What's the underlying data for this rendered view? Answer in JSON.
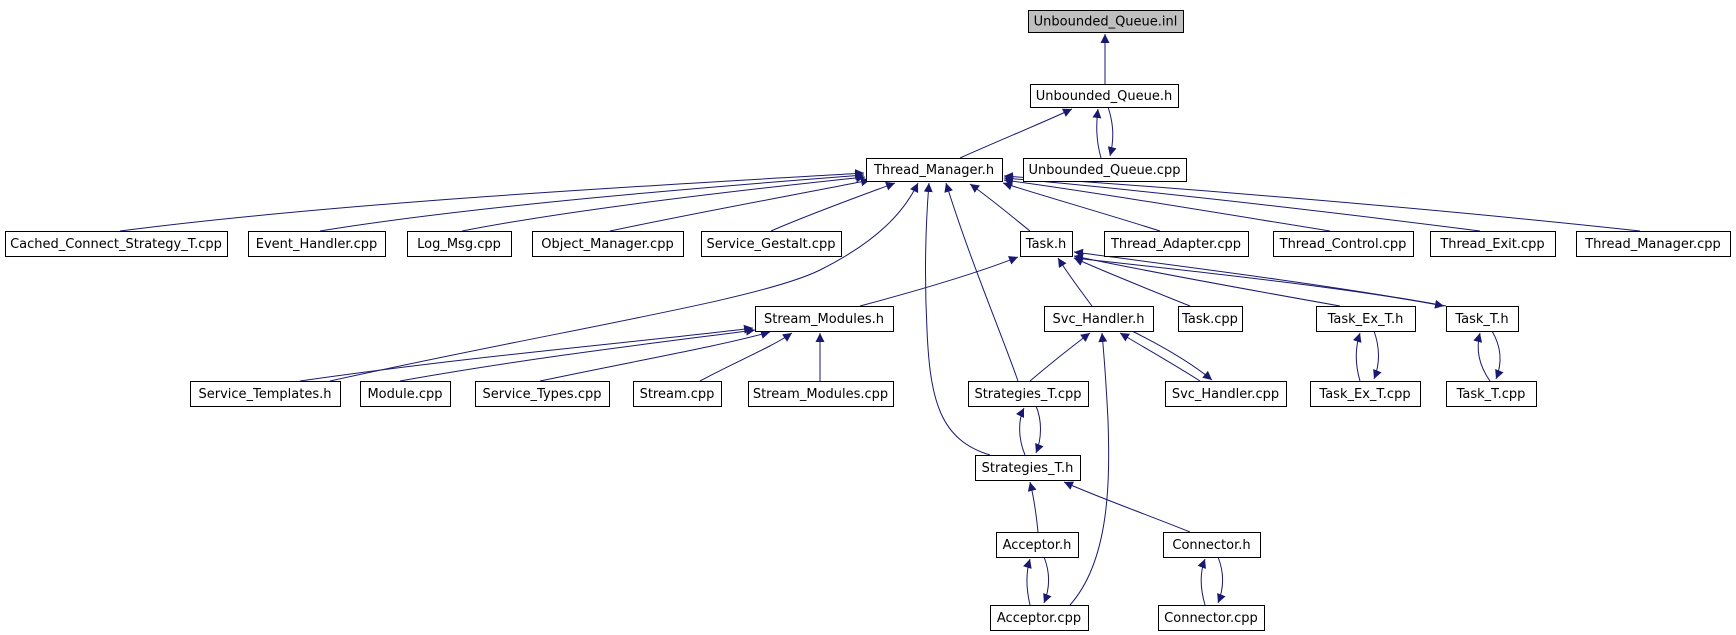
{
  "diagram": {
    "root": "unbounded-queue-inl",
    "colors": {
      "edge": "#191970",
      "node_border": "#000000",
      "root_fill": "#bfbfbf",
      "node_fill": "#ffffff"
    },
    "nodes": [
      {
        "id": "unbounded-queue-inl",
        "label": "Unbounded_Queue.inl"
      },
      {
        "id": "unbounded-queue-h",
        "label": "Unbounded_Queue.h"
      },
      {
        "id": "thread-manager-h",
        "label": "Thread_Manager.h"
      },
      {
        "id": "unbounded-queue-cpp",
        "label": "Unbounded_Queue.cpp"
      },
      {
        "id": "cached-connect-strategy-t-cpp",
        "label": "Cached_Connect_Strategy_T.cpp"
      },
      {
        "id": "event-handler-cpp",
        "label": "Event_Handler.cpp"
      },
      {
        "id": "log-msg-cpp",
        "label": "Log_Msg.cpp"
      },
      {
        "id": "object-manager-cpp",
        "label": "Object_Manager.cpp"
      },
      {
        "id": "service-gestalt-cpp",
        "label": "Service_Gestalt.cpp"
      },
      {
        "id": "task-h",
        "label": "Task.h"
      },
      {
        "id": "thread-adapter-cpp",
        "label": "Thread_Adapter.cpp"
      },
      {
        "id": "thread-control-cpp",
        "label": "Thread_Control.cpp"
      },
      {
        "id": "thread-exit-cpp",
        "label": "Thread_Exit.cpp"
      },
      {
        "id": "thread-manager-cpp",
        "label": "Thread_Manager.cpp"
      },
      {
        "id": "stream-modules-h",
        "label": "Stream_Modules.h"
      },
      {
        "id": "svc-handler-h",
        "label": "Svc_Handler.h"
      },
      {
        "id": "task-cpp",
        "label": "Task.cpp"
      },
      {
        "id": "task-ex-t-h",
        "label": "Task_Ex_T.h"
      },
      {
        "id": "task-t-h",
        "label": "Task_T.h"
      },
      {
        "id": "service-templates-h",
        "label": "Service_Templates.h"
      },
      {
        "id": "module-cpp",
        "label": "Module.cpp"
      },
      {
        "id": "service-types-cpp",
        "label": "Service_Types.cpp"
      },
      {
        "id": "stream-cpp",
        "label": "Stream.cpp"
      },
      {
        "id": "stream-modules-cpp",
        "label": "Stream_Modules.cpp"
      },
      {
        "id": "strategies-t-cpp",
        "label": "Strategies_T.cpp"
      },
      {
        "id": "svc-handler-cpp",
        "label": "Svc_Handler.cpp"
      },
      {
        "id": "task-ex-t-cpp",
        "label": "Task_Ex_T.cpp"
      },
      {
        "id": "task-t-cpp",
        "label": "Task_T.cpp"
      },
      {
        "id": "strategies-t-h",
        "label": "Strategies_T.h"
      },
      {
        "id": "acceptor-h",
        "label": "Acceptor.h"
      },
      {
        "id": "connector-h",
        "label": "Connector.h"
      },
      {
        "id": "acceptor-cpp",
        "label": "Acceptor.cpp"
      },
      {
        "id": "connector-cpp",
        "label": "Connector.cpp"
      }
    ],
    "edges": [
      {
        "from": "unbounded-queue-h",
        "to": "unbounded-queue-inl"
      },
      {
        "from": "thread-manager-h",
        "to": "unbounded-queue-h"
      },
      {
        "from": "unbounded-queue-cpp",
        "to": "unbounded-queue-h"
      },
      {
        "from": "unbounded-queue-h",
        "to": "unbounded-queue-cpp"
      },
      {
        "from": "cached-connect-strategy-t-cpp",
        "to": "thread-manager-h"
      },
      {
        "from": "event-handler-cpp",
        "to": "thread-manager-h"
      },
      {
        "from": "log-msg-cpp",
        "to": "thread-manager-h"
      },
      {
        "from": "object-manager-cpp",
        "to": "thread-manager-h"
      },
      {
        "from": "service-gestalt-cpp",
        "to": "thread-manager-h"
      },
      {
        "from": "service-templates-h",
        "to": "thread-manager-h"
      },
      {
        "from": "strategies-t-h",
        "to": "thread-manager-h"
      },
      {
        "from": "strategies-t-cpp",
        "to": "thread-manager-h"
      },
      {
        "from": "task-h",
        "to": "thread-manager-h"
      },
      {
        "from": "thread-adapter-cpp",
        "to": "thread-manager-h"
      },
      {
        "from": "thread-control-cpp",
        "to": "thread-manager-h"
      },
      {
        "from": "thread-exit-cpp",
        "to": "thread-manager-h"
      },
      {
        "from": "thread-manager-cpp",
        "to": "thread-manager-h"
      },
      {
        "from": "stream-modules-h",
        "to": "task-h"
      },
      {
        "from": "svc-handler-h",
        "to": "task-h"
      },
      {
        "from": "task-cpp",
        "to": "task-h"
      },
      {
        "from": "task-ex-t-h",
        "to": "task-h"
      },
      {
        "from": "task-t-h",
        "to": "task-h"
      },
      {
        "from": "task-h",
        "to": "task-t-h"
      },
      {
        "from": "service-templates-h",
        "to": "stream-modules-h"
      },
      {
        "from": "module-cpp",
        "to": "stream-modules-h"
      },
      {
        "from": "service-types-cpp",
        "to": "stream-modules-h"
      },
      {
        "from": "stream-cpp",
        "to": "stream-modules-h"
      },
      {
        "from": "stream-modules-cpp",
        "to": "stream-modules-h"
      },
      {
        "from": "strategies-t-cpp",
        "to": "svc-handler-h"
      },
      {
        "from": "acceptor-cpp",
        "to": "svc-handler-h"
      },
      {
        "from": "svc-handler-cpp",
        "to": "svc-handler-h"
      },
      {
        "from": "svc-handler-h",
        "to": "svc-handler-cpp"
      },
      {
        "from": "task-ex-t-cpp",
        "to": "task-ex-t-h"
      },
      {
        "from": "task-ex-t-h",
        "to": "task-ex-t-cpp"
      },
      {
        "from": "task-t-cpp",
        "to": "task-t-h"
      },
      {
        "from": "task-t-h",
        "to": "task-t-cpp"
      },
      {
        "from": "strategies-t-h",
        "to": "strategies-t-cpp"
      },
      {
        "from": "strategies-t-cpp",
        "to": "strategies-t-h"
      },
      {
        "from": "acceptor-h",
        "to": "strategies-t-h"
      },
      {
        "from": "connector-h",
        "to": "strategies-t-h"
      },
      {
        "from": "acceptor-cpp",
        "to": "acceptor-h"
      },
      {
        "from": "acceptor-h",
        "to": "acceptor-cpp"
      },
      {
        "from": "connector-cpp",
        "to": "connector-h"
      },
      {
        "from": "connector-h",
        "to": "connector-cpp"
      }
    ]
  }
}
